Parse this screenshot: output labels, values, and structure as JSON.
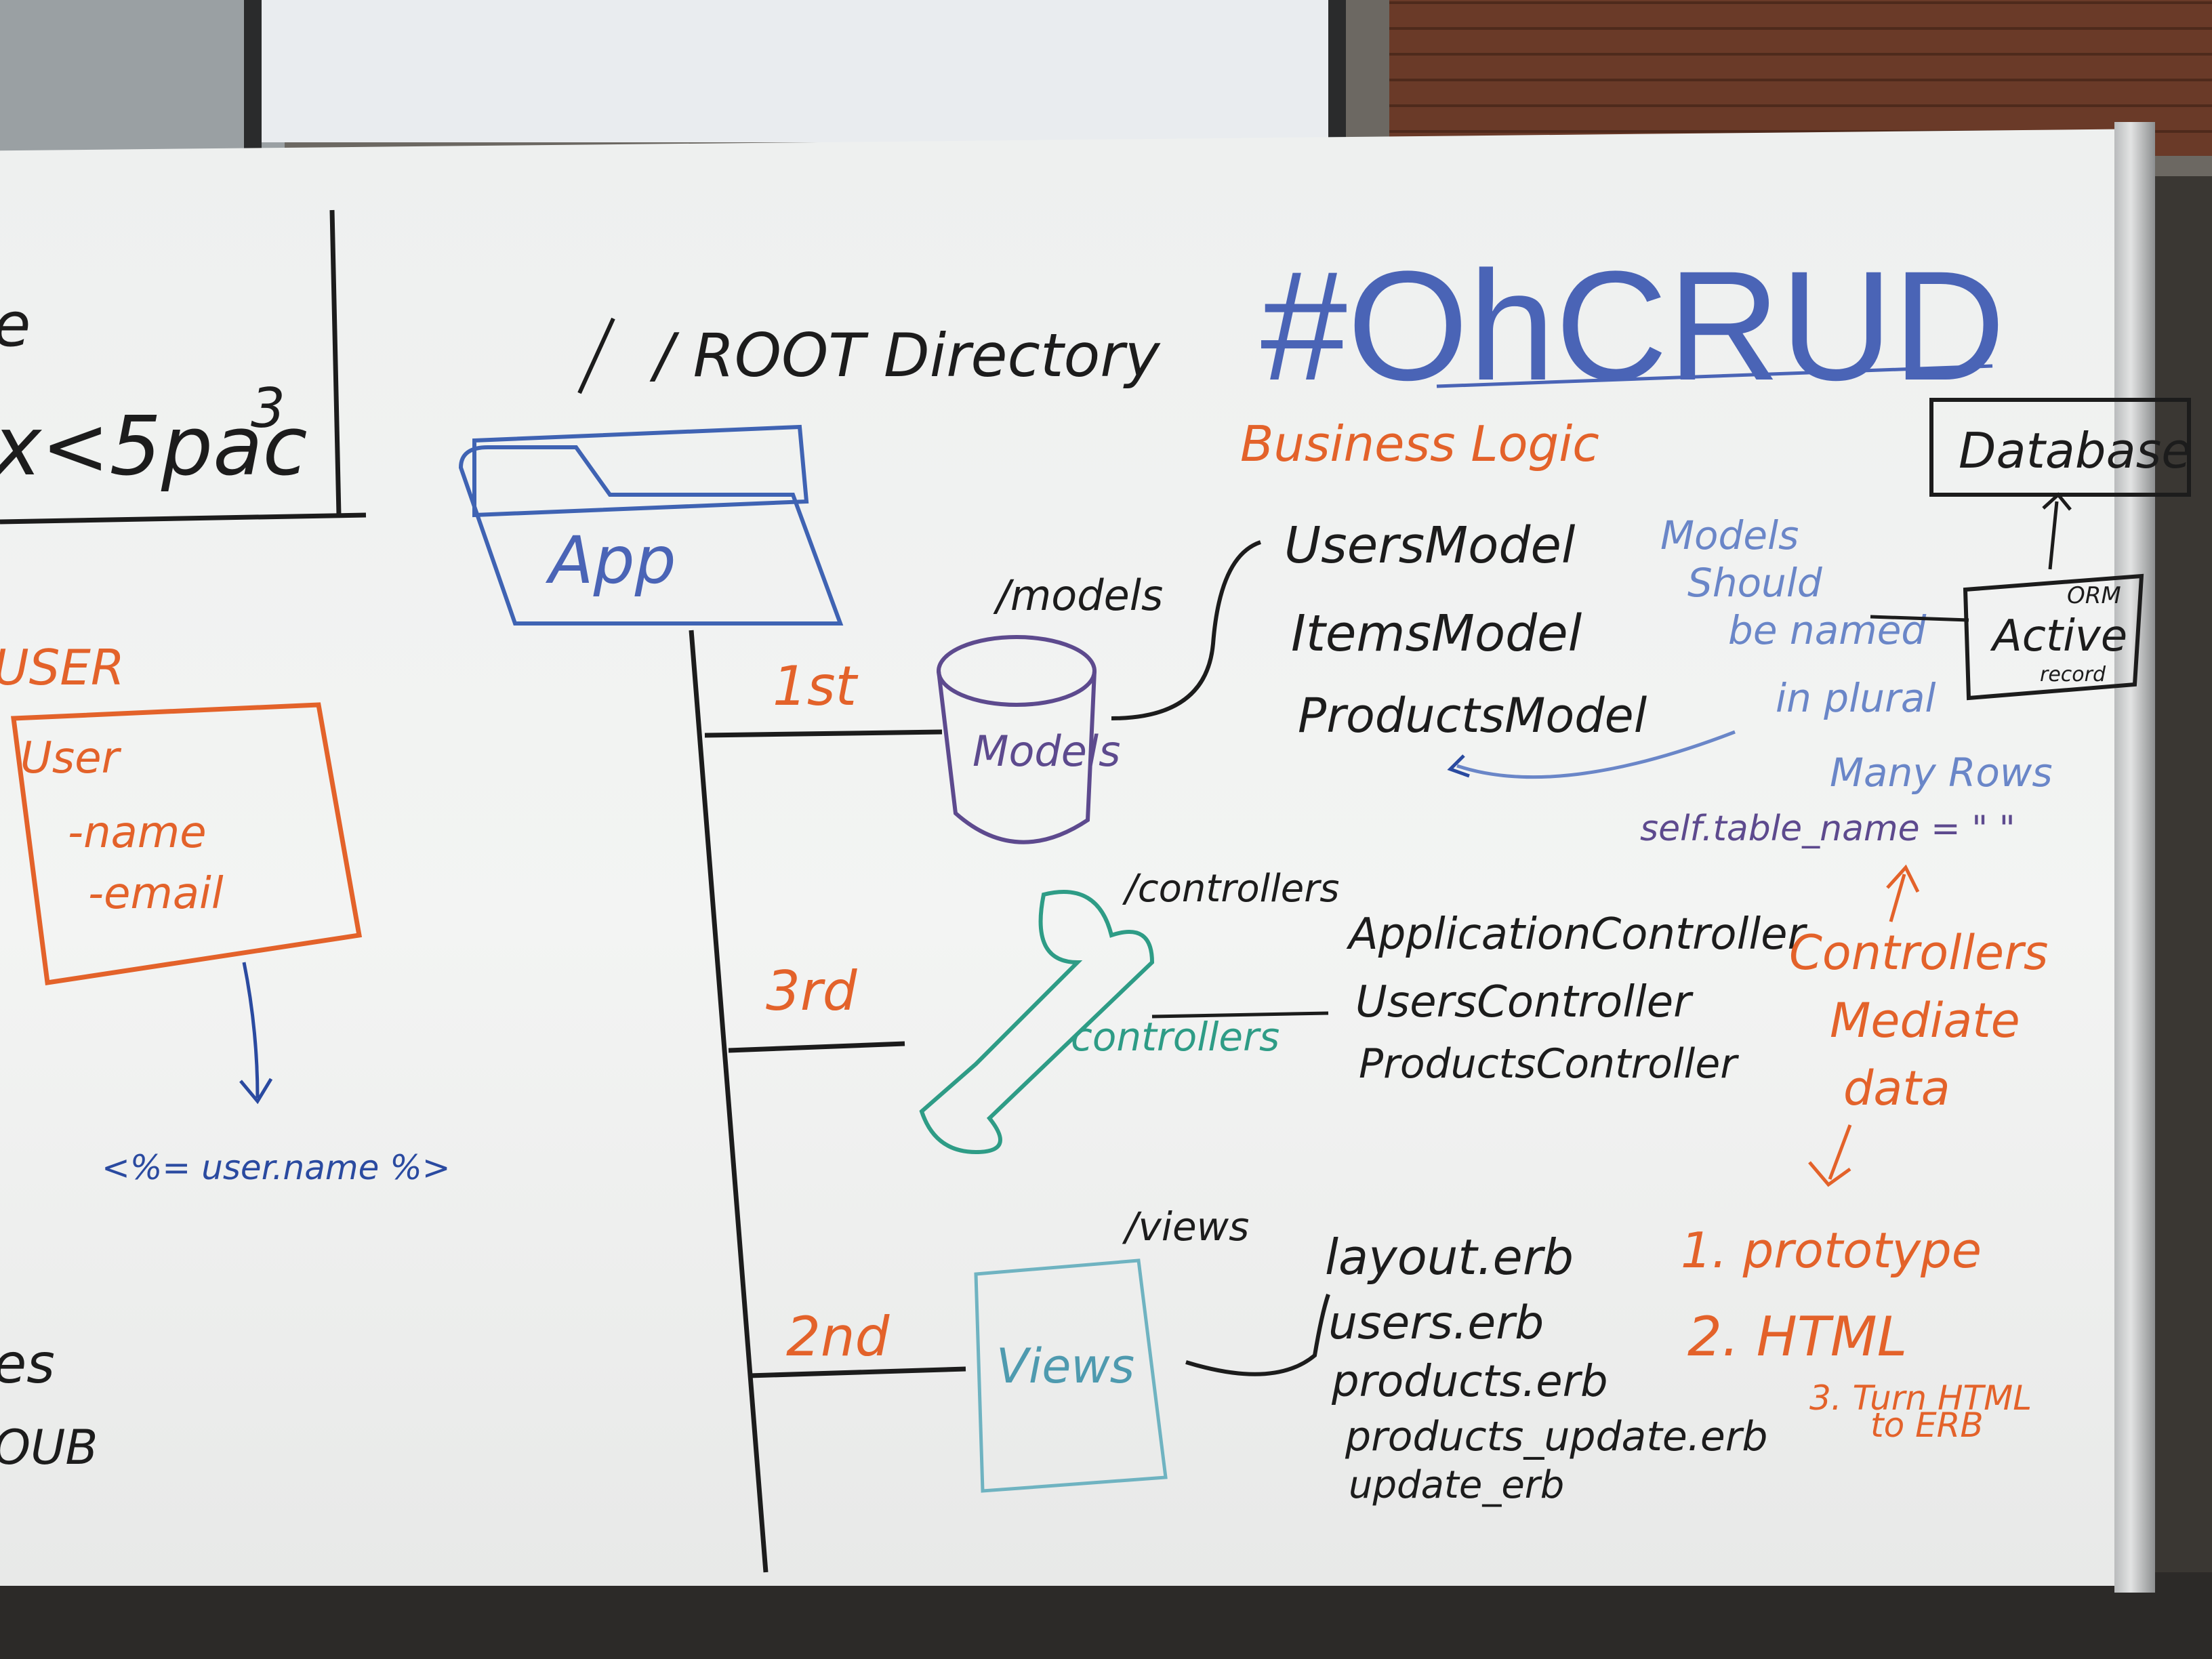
{
  "title": "#OhCRUD",
  "root": "/ ROOT Directory",
  "app_folder": "App",
  "business_logic": "Business Logic",
  "database": "Database",
  "orm": {
    "small": "ORM",
    "main": "Active",
    "sub": "record"
  },
  "steps": {
    "first": "1st",
    "third": "3rd",
    "second": "2nd"
  },
  "models": {
    "path": "/models",
    "label": "Models",
    "files": [
      "UsersModel",
      "ItemsModel",
      "ProductsModel"
    ],
    "note": [
      "Models",
      "Should",
      "be named",
      "in plural"
    ],
    "many_rows": "Many Rows",
    "table_name": "self.table_name = \" \""
  },
  "controllers": {
    "path": "/controllers",
    "label": "controllers",
    "files": [
      "ApplicationController",
      "UsersController",
      "ProductsController"
    ],
    "note": [
      "Controllers",
      "Mediate",
      "data"
    ]
  },
  "views": {
    "path": "/views",
    "label": "Views",
    "files": [
      "layout.erb",
      "users.erb",
      "products.erb",
      "products_update.erb",
      "update_erb"
    ]
  },
  "process": [
    "1. prototype",
    "2. HTML",
    "3. Turn HTML",
    "to ERB"
  ],
  "left_partial": {
    "top_letter": "e",
    "math": "x<5pac",
    "exponent": "3",
    "user_heading": "USER",
    "user_box": [
      "User",
      "-name",
      "-email"
    ],
    "erb_tag": "<%= user.name %>",
    "bottom": [
      "es",
      "OUB"
    ]
  },
  "colors": {
    "black_ink": "#1c1c1c",
    "blue_ink": "#4a64b6",
    "orange_ink": "#e3622a",
    "purple_ink": "#5d4a8e",
    "teal_ink": "#2e9c86",
    "navy_ink": "#2a4aa0"
  }
}
